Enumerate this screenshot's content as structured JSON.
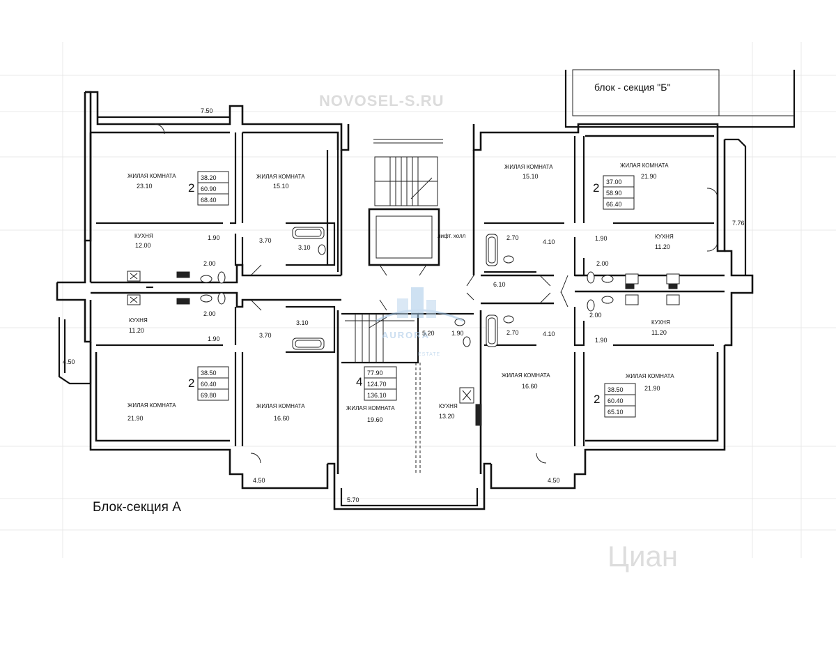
{
  "caption": "Блок-секция А",
  "section_b_label": "блок - секция \"Б\"",
  "watermark_site": "NOVOSEL-S.RU",
  "watermark_brand": "AURORA",
  "watermark_brand_sub": "ESTATE",
  "watermark_portal": "Циан",
  "lift_hall_label": "лифт. холл",
  "rooms": {
    "living": "ЖИЛАЯ КОМНАТА",
    "kitchen": "КУХНЯ"
  },
  "apartments": {
    "top_left": {
      "rooms": "2",
      "living_area": "38.20",
      "total_area": "60.90",
      "full_area": "68.40"
    },
    "top_right": {
      "rooms": "2",
      "living_area": "37.00",
      "total_area": "58.90",
      "full_area": "66.40"
    },
    "bottom_left": {
      "rooms": "2",
      "living_area": "38.50",
      "total_area": "60.40",
      "full_area": "69.80"
    },
    "bottom_right": {
      "rooms": "2",
      "living_area": "38.50",
      "total_area": "60.40",
      "full_area": "65.10"
    },
    "center": {
      "rooms": "4",
      "living_area": "77.90",
      "total_area": "124.70",
      "full_area": "136.10"
    }
  },
  "areas": {
    "tl_living_big": "23.10",
    "tl_living_small": "15.10",
    "tl_kitchen": "12.00",
    "tl_hall": "1.90",
    "tl_corridor": "3.70",
    "tl_bath": "3.10",
    "tl_wc": "2.00",
    "tl_balcony": "7.50",
    "bl_kitchen": "11.20",
    "bl_hall": "1.90",
    "bl_wc": "2.00",
    "bl_corridor": "3.70",
    "bl_bath": "3.10",
    "bl_living_big": "21.90",
    "bl_living_small": "16.60",
    "bl_balcony_left": "4.50",
    "bl_balcony_bottom": "4.50",
    "c_living": "19.60",
    "c_kitchen": "13.20",
    "c_hall": "5.20",
    "c_wc": "1.90",
    "c_balcony": "5.70",
    "tr_living_small": "15.10",
    "tr_living_big": "21.90",
    "tr_kitchen": "11.20",
    "tr_bath": "2.70",
    "tr_corridor": "4.10",
    "tr_hall": "1.90",
    "tr_wc": "2.00",
    "tr_balcony": "7.76",
    "lobby": "6.10",
    "br_bath": "2.70",
    "br_corridor": "4.10",
    "br_hall": "1.90",
    "br_wc": "2.00",
    "br_kitchen": "11.20",
    "br_living_small": "16.60",
    "br_living_big": "21.90",
    "br_balcony": "4.50"
  }
}
